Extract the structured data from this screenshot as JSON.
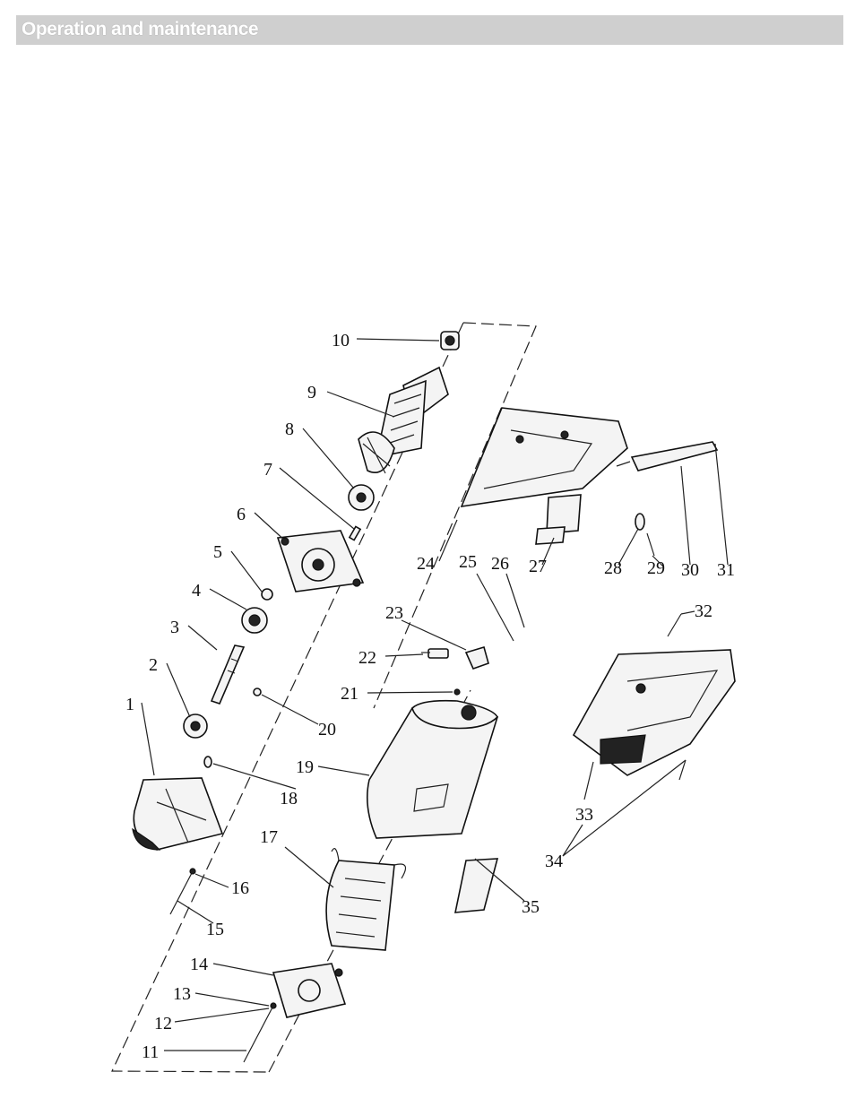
{
  "header": {
    "title": "Operation and maintenance"
  },
  "labels": [
    "1",
    "2",
    "3",
    "4",
    "5",
    "6",
    "7",
    "8",
    "9",
    "10",
    "11",
    "12",
    "13",
    "14",
    "15",
    "16",
    "17",
    "18",
    "19",
    "20",
    "21",
    "22",
    "23",
    "24",
    "25",
    "26",
    "27",
    "28",
    "29",
    "30",
    "31",
    "32",
    "33",
    "34",
    "35"
  ]
}
